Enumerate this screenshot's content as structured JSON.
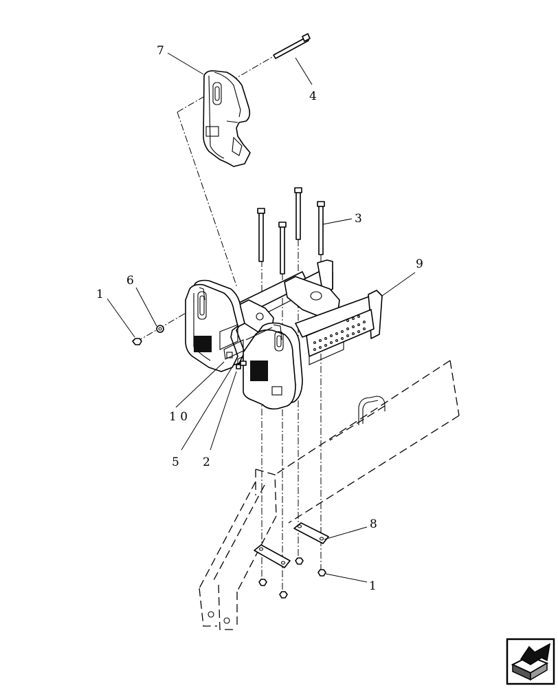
{
  "diagram": {
    "callouts": [
      {
        "id": "c7",
        "text": "7"
      },
      {
        "id": "c4",
        "text": "4"
      },
      {
        "id": "c3",
        "text": "3"
      },
      {
        "id": "c9",
        "text": "9"
      },
      {
        "id": "c6",
        "text": "6"
      },
      {
        "id": "c1a",
        "text": "1"
      },
      {
        "id": "c10",
        "text": "1 0"
      },
      {
        "id": "c5",
        "text": "5"
      },
      {
        "id": "c2",
        "text": "2"
      },
      {
        "id": "c8",
        "text": "8"
      },
      {
        "id": "c1b",
        "text": "1"
      }
    ],
    "nav_icon": "next-page-arrow-icon"
  }
}
